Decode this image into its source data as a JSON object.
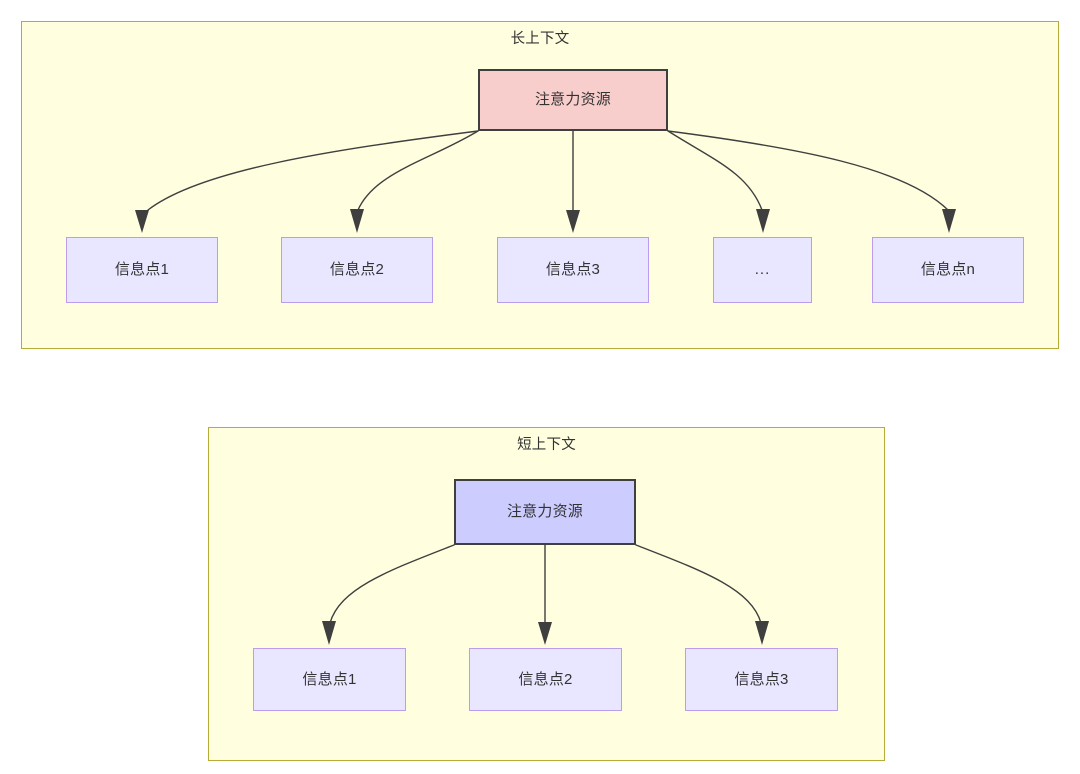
{
  "diagram": {
    "type": "tree-comparison",
    "colors": {
      "panel_fill": "#ffffe0",
      "panel_border": "#b5ad37",
      "root_long_fill": "#f8cecc",
      "root_short_fill": "#ccccff",
      "root_border": "#3f3f3f",
      "info_fill": "#e9e6ff",
      "info_border": "#bb9ced",
      "edge": "#3f3f3f",
      "text": "#333333"
    },
    "panels": [
      {
        "id": "long-context",
        "title": "长上下文",
        "root": {
          "label": "注意力资源"
        },
        "leaves": [
          {
            "label": "信息点1"
          },
          {
            "label": "信息点2"
          },
          {
            "label": "信息点3"
          },
          {
            "label": "..."
          },
          {
            "label": "信息点n"
          }
        ]
      },
      {
        "id": "short-context",
        "title": "短上下文",
        "root": {
          "label": "注意力资源"
        },
        "leaves": [
          {
            "label": "信息点1"
          },
          {
            "label": "信息点2"
          },
          {
            "label": "信息点3"
          }
        ]
      }
    ]
  }
}
